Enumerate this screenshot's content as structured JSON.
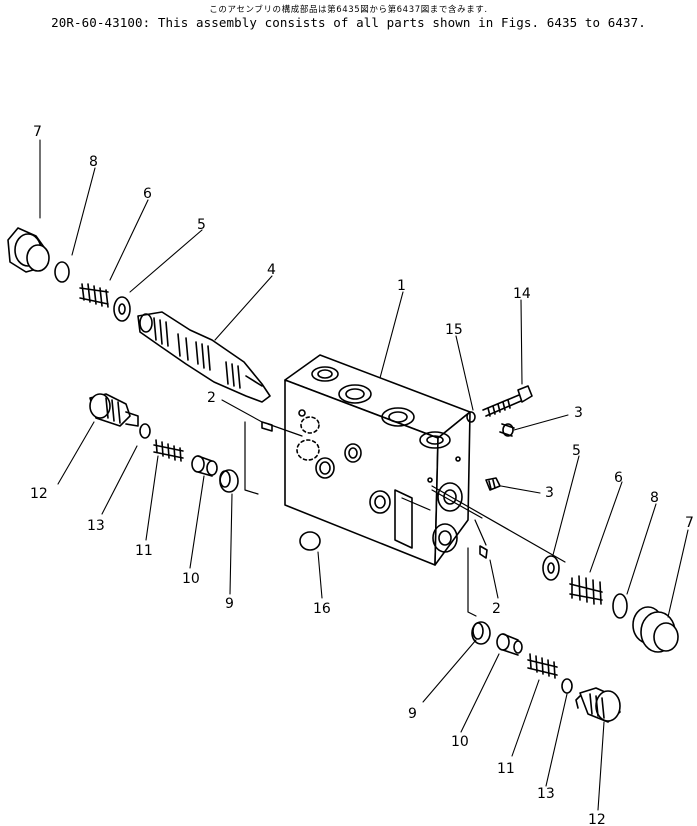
{
  "header": {
    "japanese_note": "このアセンブリの構成部品は第6435図から第6437図まで含みます.",
    "assembly_note": "20R-60-43100: This assembly consists of all parts shown in Figs. 6435 to 6437."
  },
  "callouts": {
    "c1": "1",
    "c2a": "2",
    "c2b": "2",
    "c3a": "3",
    "c3b": "3",
    "c4": "4",
    "c5a": "5",
    "c5b": "5",
    "c6a": "6",
    "c6b": "6",
    "c7a": "7",
    "c7b": "7",
    "c8a": "8",
    "c8b": "8",
    "c9a": "9",
    "c9b": "9",
    "c10a": "10",
    "c10b": "10",
    "c11a": "11",
    "c11b": "11",
    "c12a": "12",
    "c12b": "12",
    "c13a": "13",
    "c13b": "13",
    "c14": "14",
    "c15": "15",
    "c16": "16"
  }
}
